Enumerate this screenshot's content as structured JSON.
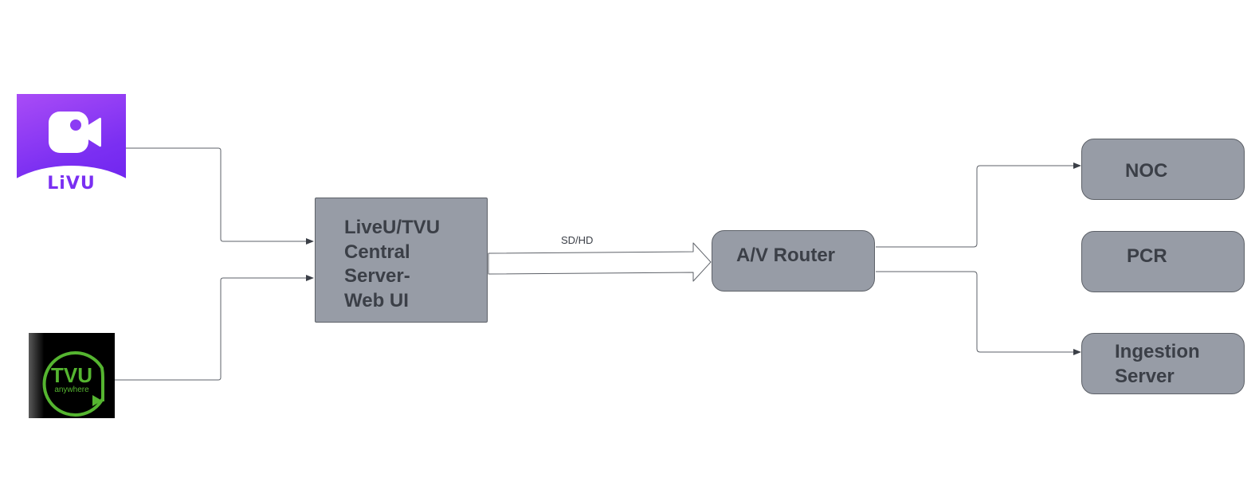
{
  "diagram": {
    "nodes": {
      "central": {
        "label": "LiveU/TVU\nCentral\nServer-\nWeb UI"
      },
      "router": {
        "label": "A/V Router"
      },
      "noc": {
        "label": "NOC"
      },
      "pcr": {
        "label": "PCR"
      },
      "ingest": {
        "label": "Ingestion\nServer"
      }
    },
    "edges": {
      "signal_label": "SD/HD"
    },
    "logos": {
      "livu": {
        "wordmark": "LiVU"
      },
      "tvu": {
        "wordmark": "TVU",
        "tagline": "anywhere"
      }
    }
  },
  "colors": {
    "node_fill": "#979ca6",
    "node_border": "#5d6168",
    "node_text": "#3b3f47",
    "connector": "#5d6168",
    "livu_purple": "#7b2ff2",
    "tvu_green": "#55b530"
  }
}
